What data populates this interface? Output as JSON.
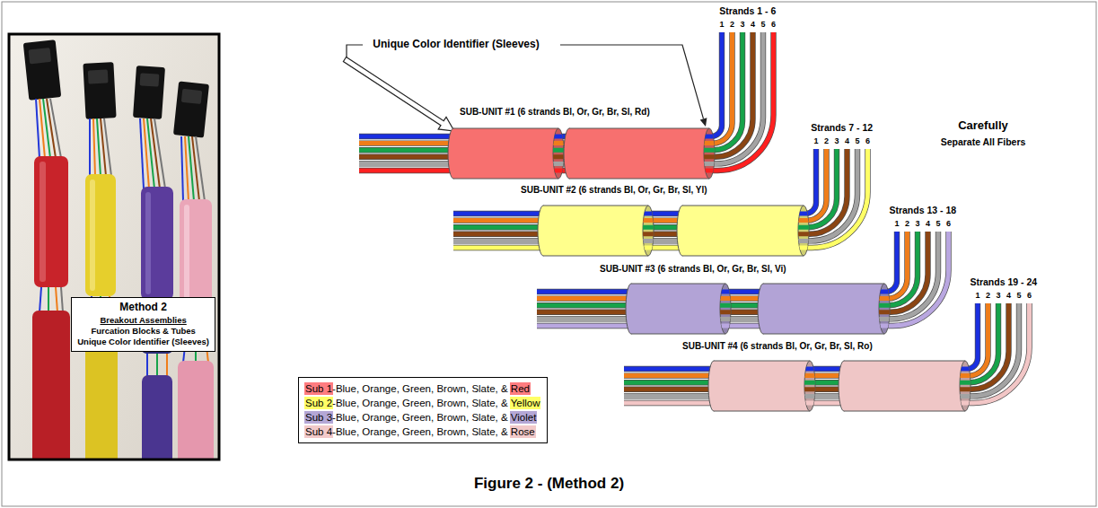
{
  "diagram": {
    "caption": "Figure 2 - (Method 2)",
    "nodes": [
      {
        "text": [
          "Method 2",
          "Breakout Assemblies",
          "Furcation Blocks & Tubes",
          "Unique Color Identifier (Sleeves)"
        ]
      }
    ],
    "labels": [
      "Unique Color Identifier (Sleeves)",
      "Strands 1 - 6",
      "1",
      "2",
      "3",
      "4",
      "5",
      "6",
      "SUB-UNIT #1 (6 strands Bl, Or, Gr, Br, Sl, Rd)",
      "Strands 7 - 12",
      "1",
      "2",
      "3",
      "4",
      "5",
      "6",
      "SUB-UNIT #2 (6 strands Bl, Or, Gr, Br, Sl, Yl)",
      "Carefully",
      "Separate All Fibers",
      "Strands 13 - 18",
      "1",
      "2",
      "3",
      "4",
      "5",
      "6",
      "SUB-UNIT #3 (6 strands Bl, Or, Gr, Br, Sl, Vi)",
      "Strands 19 - 24",
      "1",
      "2",
      "3",
      "4",
      "5",
      "6",
      "SUB-UNIT #4 (6 strands Bl, Or, Gr, Br, Sl, Ro)"
    ],
    "legend": [
      {
        "text": "Sub 1-Blue, Orange, Green, Brown, Slate, & Red",
        "color": "#ff7c80"
      },
      {
        "text": "Sub 2-Blue, Orange, Green, Brown, Slate, & Yellow",
        "color": "#ffff66"
      },
      {
        "text": "Sub 3-Blue, Orange, Green, Brown, Slate, & Violet",
        "color": "#b4a7d6"
      },
      {
        "text": "Sub 4-Blue, Orange, Green, Brown, Slate, & Rose",
        "color": "#f2c9c9"
      }
    ]
  }
}
